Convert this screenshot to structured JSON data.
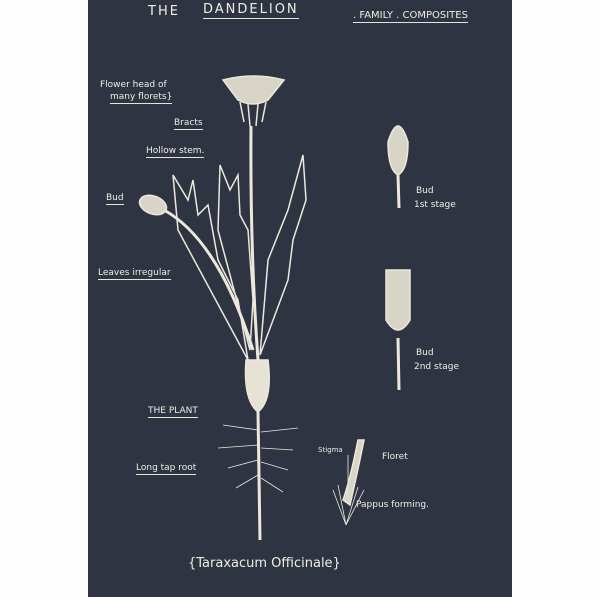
{
  "header": {
    "title_the": "THE",
    "title_main": "DANDELION",
    "family": ". FAMILY . COMPOSITES"
  },
  "labels": {
    "flower_head": "Flower head of",
    "flower_head_2": "many florets}",
    "bracts": "Bracts",
    "hollow_stem": "Hollow stem.",
    "bud": "Bud",
    "leaves": "Leaves irregular",
    "the_plant": "THE PLANT",
    "tap_root": "Long tap root",
    "bud1": "Bud",
    "bud1_stage": "1st stage",
    "bud2": "Bud",
    "bud2_stage": "2nd stage",
    "stigma": "Stigma",
    "floret": "Floret",
    "pappus": "Pappus forming."
  },
  "footer": {
    "latin_name": "{Taraxacum Officinale}"
  },
  "colors": {
    "board": "#2e3442",
    "chalk": "#f1eee4"
  }
}
